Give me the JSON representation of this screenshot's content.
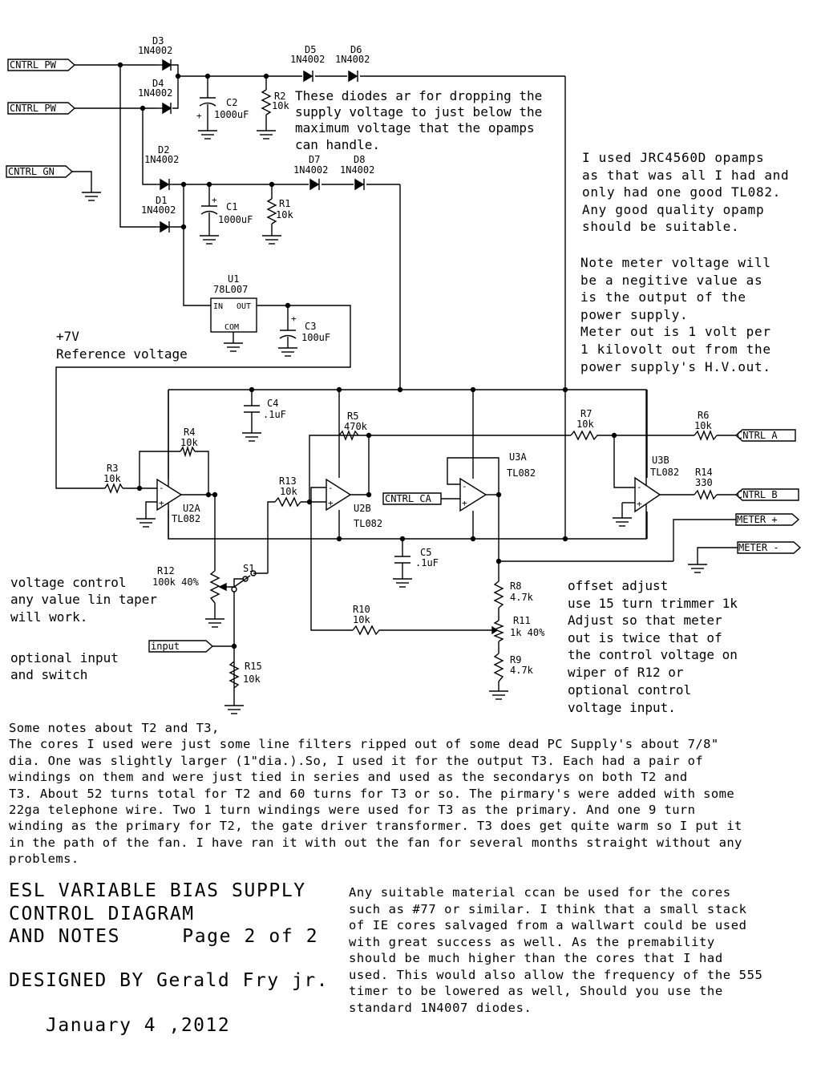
{
  "components": {
    "D3": {
      "ref": "D3",
      "value": "1N4002"
    },
    "D4": {
      "ref": "D4",
      "value": "1N4002"
    },
    "D5": {
      "ref": "D5",
      "value": "1N4002"
    },
    "D6": {
      "ref": "D6",
      "value": "1N4002"
    },
    "D2": {
      "ref": "D2",
      "value": "1N4002"
    },
    "D1": {
      "ref": "D1",
      "value": "1N4002"
    },
    "D7": {
      "ref": "D7",
      "value": "1N4002"
    },
    "D8": {
      "ref": "D8",
      "value": "1N4002"
    },
    "C2": {
      "ref": "C2",
      "value": "1000uF"
    },
    "C1": {
      "ref": "C1",
      "value": "1000uF"
    },
    "C3": {
      "ref": "C3",
      "value": "100uF"
    },
    "C4": {
      "ref": "C4",
      "value": ".1uF"
    },
    "C5": {
      "ref": "C5",
      "value": ".1uF"
    },
    "R1": {
      "ref": "R1",
      "value": "10k"
    },
    "R2": {
      "ref": "R2",
      "value": "10k"
    },
    "R3": {
      "ref": "R3",
      "value": "10k"
    },
    "R4": {
      "ref": "R4",
      "value": "10k"
    },
    "R5": {
      "ref": "R5",
      "value": "470k"
    },
    "R6": {
      "ref": "R6",
      "value": "10k"
    },
    "R7": {
      "ref": "R7",
      "value": "10k"
    },
    "R8": {
      "ref": "R8",
      "value": "4.7k"
    },
    "R9": {
      "ref": "R9",
      "value": "4.7k"
    },
    "R10": {
      "ref": "R10",
      "value": "10k"
    },
    "R11": {
      "ref": "R11",
      "value": "1k 40%"
    },
    "R12": {
      "ref": "R12",
      "value": "100k 40%"
    },
    "R13": {
      "ref": "R13",
      "value": "10k"
    },
    "R14": {
      "ref": "R14",
      "value": "330"
    },
    "R15": {
      "ref": "R15",
      "value": "10k"
    },
    "U1": {
      "ref": "U1",
      "value": "78L007",
      "pin_in": "IN",
      "pin_out": "OUT",
      "pin_com": "COM"
    },
    "U2A": {
      "ref": "U2A",
      "value": "TL082"
    },
    "U2B": {
      "ref": "U2B",
      "value": "TL082"
    },
    "U3A": {
      "ref": "U3A",
      "value": "TL082"
    },
    "U3B": {
      "ref": "U3B",
      "value": "TL082"
    },
    "S1": {
      "ref": "S1"
    }
  },
  "ports": {
    "cntrl_pw_1": "CNTRL PW",
    "cntrl_pw_2": "CNTRL PW",
    "cntrl_gn": "CNTRL GN",
    "cntrl_a": "CNTRL A",
    "cntrl_b": "CNTRL B",
    "cntrl_ca": "CNTRL CA",
    "meter_plus": "METER +",
    "meter_minus": "METER -",
    "input": "input"
  },
  "labels": {
    "ref_voltage_1": "+7V",
    "ref_voltage_2": "Reference voltage",
    "diode_note": [
      "These diodes ar for dropping the",
      "supply voltage to just below the",
      "maximum voltage that the opamps",
      "can handle."
    ],
    "voltage_control": [
      "voltage control",
      "any value lin taper",
      "will work."
    ],
    "optional_input": [
      "optional input",
      "and switch"
    ],
    "offset_adjust": [
      "offset adjust",
      "use 15 turn trimmer 1k",
      "Adjust so that meter",
      "out is twice that of",
      "the control voltage on",
      "wiper of R12 or",
      "optional control",
      "voltage input."
    ]
  },
  "side_notes": {
    "opamps": "I used JRC4560D opamps\nas that was all I had and\nonly had one good TL082.\nAny good quality opamp\nshould be suitable.",
    "meter": "Note meter voltage will\nbe a negitive value as\nis the output of the\npower supply.\nMeter out is 1 volt per\n1 kilovolt out from the\npower supply's H.V.out."
  },
  "notes": {
    "t2_t3": "Some notes about T2 and T3,\nThe cores I used were just some line filters ripped out of some dead PC Supply's about 7/8\"\ndia. One was slightly larger (1\"dia.).So, I used it for the output T3. Each had a pair of\nwindings on them and were just tied in series and used as the secondarys on both T2 and\nT3. About 52 turns total for T2 and 60 turns for T3 or so. The pirmary's were added with some\n22ga telephone wire. Two 1 turn windings were used for T3 as the primary. And one 9 turn\nwinding as the primary for T2, the gate driver transformer. T3 does get quite warm so I put it\nin the path of the fan. I have ran it with out the fan for several months straight without any\nproblems.",
    "cores": "Any suitable material ccan be used for the cores\nsuch as #77 or similar. I think that a small stack\nof IE cores salvaged from a wallwart could be used\nwith great success as well. As the premability\nshould be much higher than the cores that I had\nused. This would also allow the frequency of the 555\ntimer to be lowered as well, Should you use the\nstandard 1N4007 diodes."
  },
  "title_block": {
    "title": "ESL VARIABLE BIAS SUPPLY\nCONTROL DIAGRAM\nAND NOTES     Page 2 of 2",
    "designed_by": "DESIGNED BY Gerald Fry jr.",
    "date": "January 4 ,2012"
  }
}
